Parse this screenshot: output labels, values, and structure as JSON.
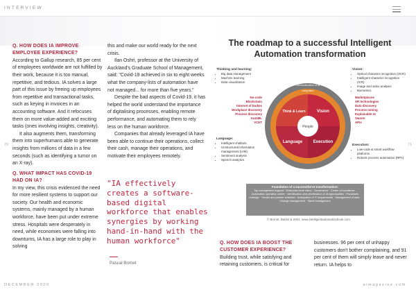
{
  "header": {
    "section": "INTERVIEW"
  },
  "pages": {
    "left": "70",
    "right": "71"
  },
  "col1": {
    "h1": "Q. HOW DOES IA IMPROVE EMPLOYEE EXPERIENCE?",
    "p1": "According to Gallup research, 85 per cent of employees worldwide are not fulfilled by their work, because it is too manual, repetitive, and tedious. IA solves a large part of this issue by freeing up employees from repetitive and transactional tasks, such as keying in invoices in an accounting software. And it refocuses them on more value-added and exciting tasks (ones involving insights, creativity).",
    "p2": "It also augments them, transforming them into superhumans able to generate insights from millions of data in a few seconds (such as identifying a tumor on an X-ray).",
    "h2": "Q. WHAT IMPACT HAS COVID-19 HAD ON IA?",
    "p3": "In my view, this crisis evidenced the need for more resilient systems to support our society. Our health and economic systems, mainly managed by a human workforce, have been put under extreme stress. Hospitals were desperately in need, while economies were falling into downturns, IA has a large role to play in solving"
  },
  "col2": {
    "p1": "this and make our world ready for the next crisis.",
    "p2": "Ilan Oshri, professor at the University of Auckland's Graduate School of Management, said: \"Covid-19 achieved in six to eight weeks what the company-lists of automation have not managed... for more than five years.\"",
    "p3": "Despite the bad aspects of Covid-19, it has helped the world understand the importance of digitalising processes, enabling remote performance, and automating them to rely less on the human workforce.",
    "p4": "Companies that already leveraged IA have been able to continue their operations, collect their cash, manage their operations, and motivate their employees remotely."
  },
  "quote": {
    "text": "\"IA effectively creates a software-based digital workforce that enables synergies by working hand-in-hand with the human workforce\"",
    "author": "Pascal Bornet"
  },
  "figure": {
    "title": "The roadmap to a successful Intelligent Automation transformation",
    "thinking": {
      "title": "Thinking and learning:",
      "items": [
        "Big data management",
        "Machine learning",
        "Data visualization"
      ]
    },
    "vision": {
      "title": "Vision:",
      "items": [
        "Optical character recognition (OCR)",
        "Intelligent character recognition (ICR)",
        "Image and video analysis",
        "Biometrics"
      ]
    },
    "language": {
      "title": "Language:",
      "items": [
        "Intelligent chatbots",
        "Unstructured information management (UIM)",
        "Sentiment analysis",
        "Speech analytics"
      ]
    },
    "execution": {
      "title": "Execution:",
      "items": [
        "Low-code & smart workflow platforms",
        "Robotic process automation (RPA)"
      ]
    },
    "left_red": "No-code\nBlockchain\nInternet of bodies\nWorkplace discovery\nProcess discovery\nAutoML\nVCET",
    "right_red": "Marketplaces\nXR technologies\nData discovery\nProcess mining\nExplainable IA\nSwarm\nAPIs",
    "foundation_title": "Foundation of a successful IA transformation:",
    "foundation_text": "Top management support · Enterprise-level vision · Governance · Center of excellence · Automation operation center · Identification and prioritization of IA opportunities · Processes redesign · Vendor and partner selection · Anticipation of IT requirements · Management of data · Change management · Talent management",
    "copyright": "© Bornet, Barkin & Wirtz, www.intelligentautomationbook.com",
    "wheel": {
      "center": "People",
      "inner": [
        "Think & Learn",
        "Vision",
        "Language",
        "Execution"
      ],
      "ring": "Integration",
      "outer": "Democratization of IA"
    }
  },
  "col3": {
    "h1": "Q. HOW DOES IA BOOST THE CUSTOMER EXPERIENCE?",
    "p1": "Building trust, while satisfying and retaining customers, is critical for"
  },
  "col4": {
    "p1": "businesses. 96 per cent of unhappy customers don't bother complaining, and 91 per cent of them will simply leave and never return. IA helps to"
  },
  "footer": {
    "left": "DECEMBER 2020",
    "right": "aimagazine.com"
  },
  "colors": {
    "accent": "#b3263e",
    "wheel_red": "#b8283f",
    "wheel_orange": "#e4862d",
    "wheel_dark": "#6e6e6e"
  }
}
